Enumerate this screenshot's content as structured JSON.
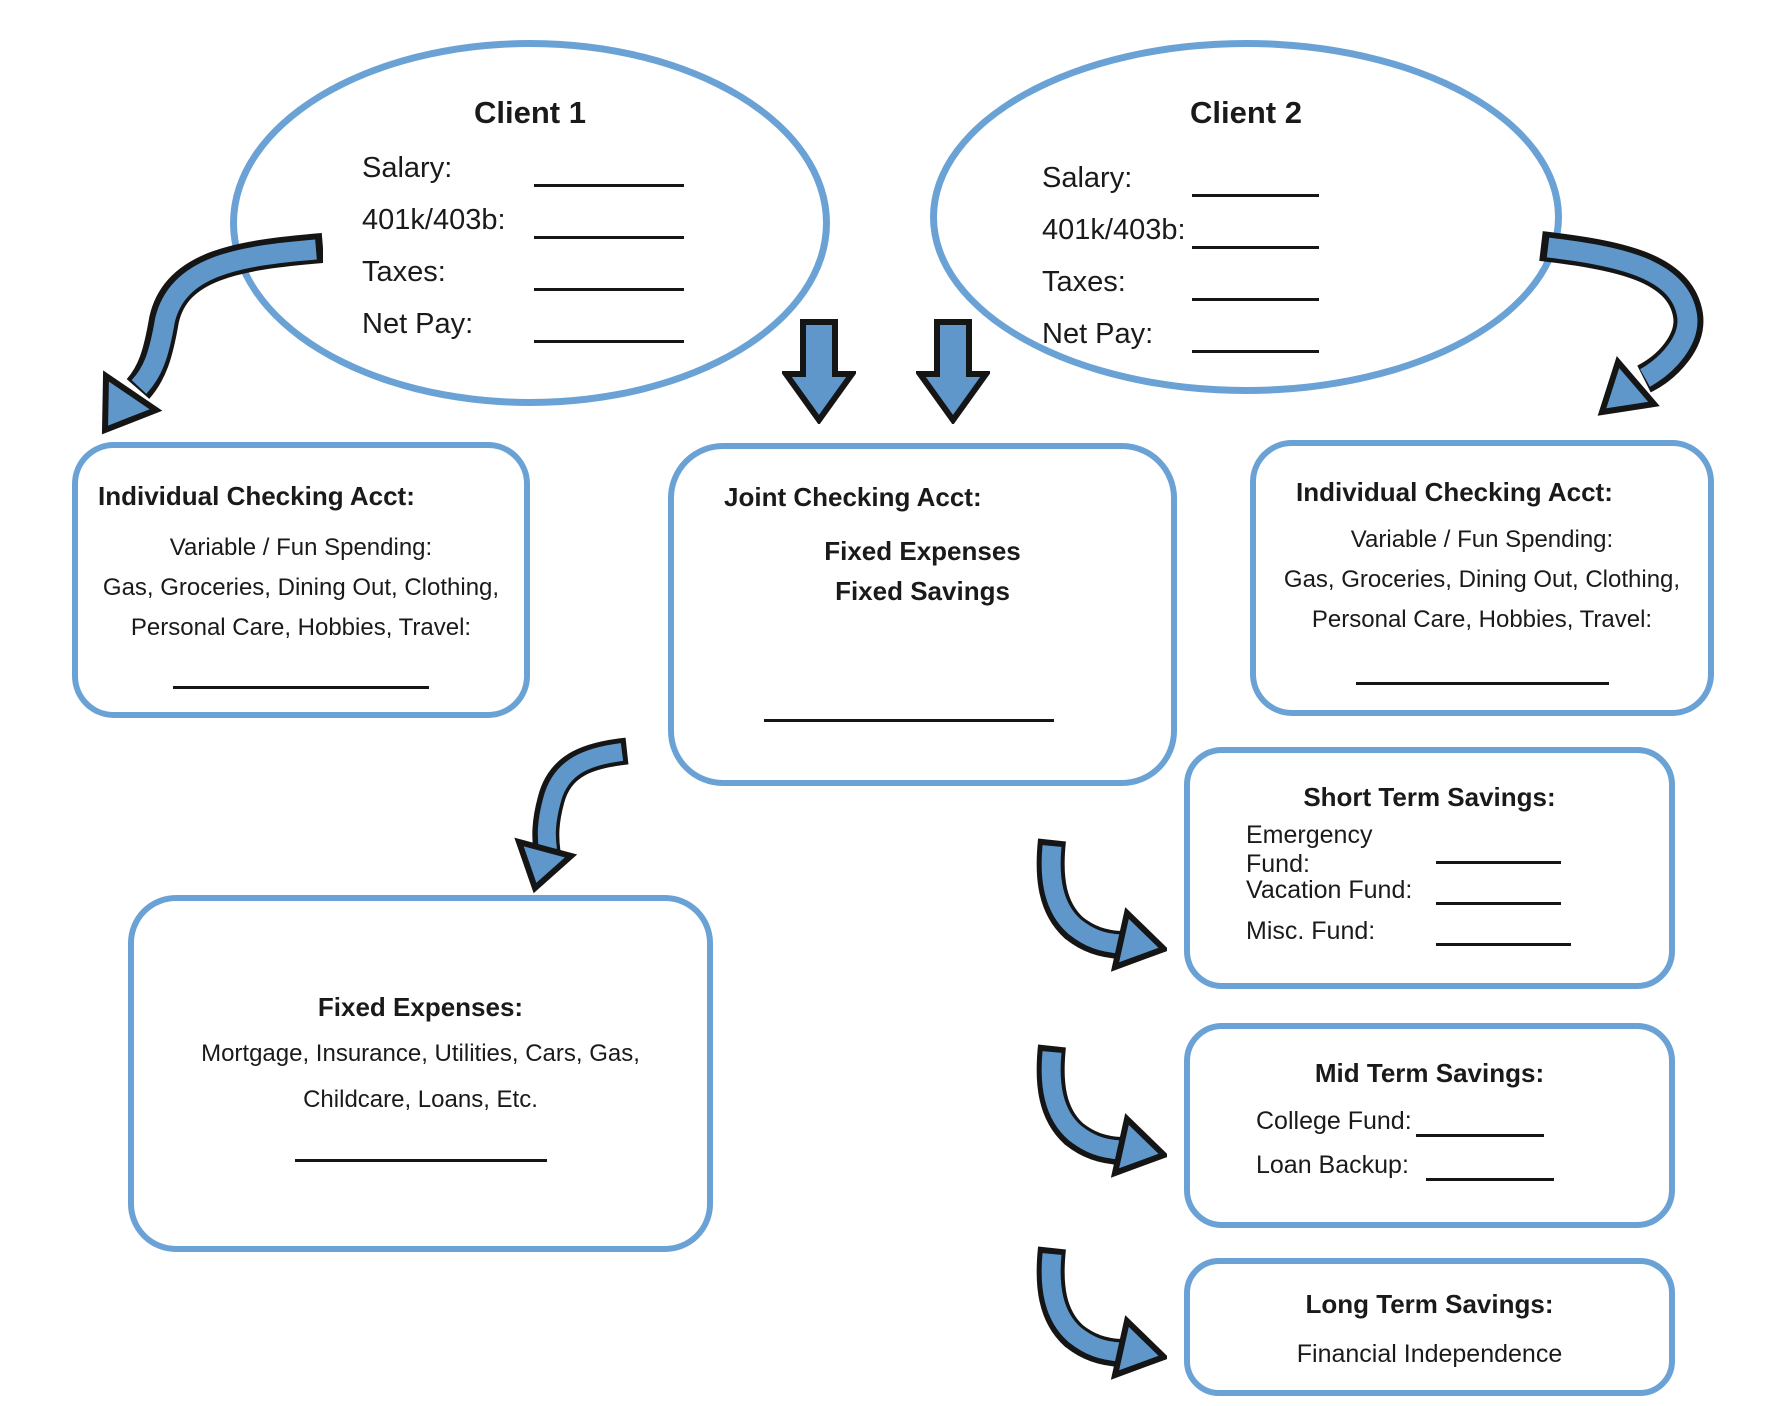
{
  "diagram": {
    "accent_border_color": "#6ba2d6",
    "arrow_fill_color": "#5f97cb",
    "arrow_outline_color": "#151515",
    "text_color": "#1a1a1a"
  },
  "client1": {
    "title": "Client 1",
    "rows": [
      {
        "label": "Salary:",
        "value": ""
      },
      {
        "label": "401k/403b:",
        "value": ""
      },
      {
        "label": "Taxes:",
        "value": ""
      },
      {
        "label": "Net Pay:",
        "value": ""
      }
    ]
  },
  "client2": {
    "title": "Client 2",
    "rows": [
      {
        "label": "Salary:",
        "value": ""
      },
      {
        "label": "401k/403b:",
        "value": ""
      },
      {
        "label": "Taxes:",
        "value": ""
      },
      {
        "label": "Net Pay:",
        "value": ""
      }
    ]
  },
  "left_checking": {
    "title": "Individual Checking Acct:",
    "line1": "Variable / Fun Spending:",
    "line2": "Gas, Groceries, Dining Out, Clothing,",
    "line3": "Personal Care, Hobbies, Travel:",
    "fill_value": ""
  },
  "joint_checking": {
    "title": "Joint Checking Acct:",
    "line1": "Fixed Expenses",
    "line2": "Fixed Savings",
    "fill_value": ""
  },
  "right_checking": {
    "title": "Individual Checking Acct:",
    "line1": "Variable / Fun Spending:",
    "line2": "Gas, Groceries, Dining Out, Clothing,",
    "line3": "Personal Care, Hobbies, Travel:",
    "fill_value": ""
  },
  "fixed_expenses": {
    "title": "Fixed Expenses:",
    "line1": "Mortgage, Insurance, Utilities, Cars, Gas,",
    "line2": "Childcare, Loans, Etc.",
    "fill_value": ""
  },
  "short_term": {
    "title": "Short Term Savings:",
    "rows": [
      {
        "label": "Emergency Fund:",
        "value": ""
      },
      {
        "label": "Vacation Fund:",
        "value": ""
      },
      {
        "label": "Misc. Fund:",
        "value": ""
      }
    ]
  },
  "mid_term": {
    "title": "Mid Term Savings:",
    "rows": [
      {
        "label": "College Fund:",
        "value": ""
      },
      {
        "label": "Loan Backup:",
        "value": ""
      }
    ]
  },
  "long_term": {
    "title": "Long Term Savings:",
    "body": "Financial Independence"
  }
}
